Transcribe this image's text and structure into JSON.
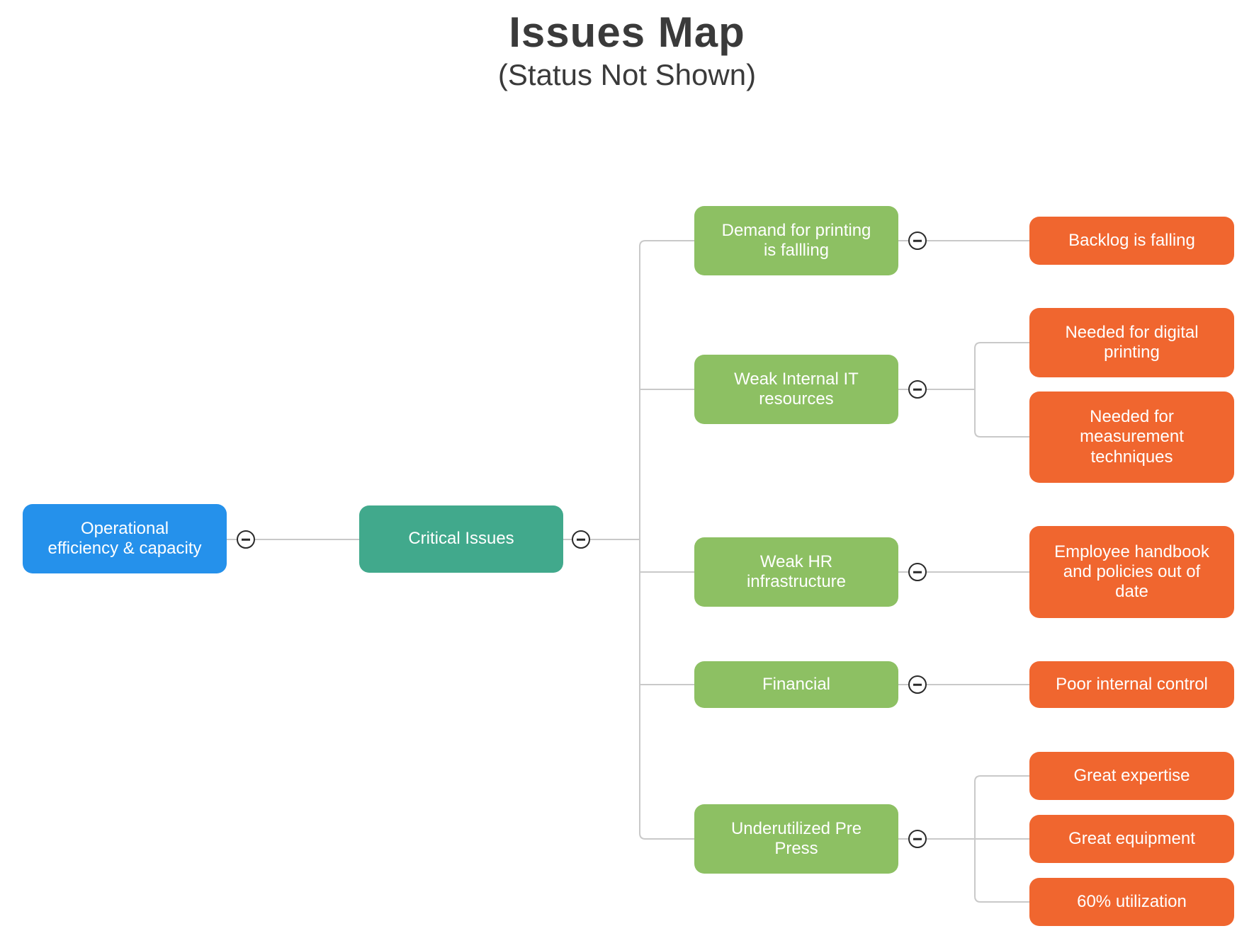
{
  "header": {
    "title": "Issues Map",
    "subtitle": "(Status Not Shown)"
  },
  "colors": {
    "root_node": "#2591eb",
    "branch_node": "#41a98c",
    "issue_node": "#8dc063",
    "detail_node": "#f0662f",
    "connector_line": "#c9c9c9",
    "node_text": "#ffffff",
    "title_text": "#3a3a3a",
    "collapse_icon": "#2a2a2a"
  },
  "icons": {
    "collapse_glyph": "minus-circle-icon"
  },
  "nodes": {
    "operational": {
      "label": "Operational\nefficiency & capacity"
    },
    "critical": {
      "label": "Critical Issues"
    },
    "demand": {
      "label": "Demand for printing\nis fallling"
    },
    "weak_it": {
      "label": "Weak Internal IT\nresources"
    },
    "weak_hr": {
      "label": "Weak HR\ninfrastructure"
    },
    "financial": {
      "label": "Financial"
    },
    "underutilized": {
      "label": "Underutilized Pre\nPress"
    },
    "backlog": {
      "label": "Backlog is falling"
    },
    "digital": {
      "label": "Needed for digital\nprinting"
    },
    "measurement": {
      "label": "Needed for\nmeasurement\ntechniques"
    },
    "handbook": {
      "label": "Employee handbook\nand policies out of\ndate"
    },
    "poor_control": {
      "label": "Poor internal control"
    },
    "expertise": {
      "label": "Great expertise"
    },
    "equipment": {
      "label": "Great equipment"
    },
    "utilization": {
      "label": "60% utilization"
    }
  },
  "structure": {
    "operational": [
      "critical"
    ],
    "critical": [
      "demand",
      "weak_it",
      "weak_hr",
      "financial",
      "underutilized"
    ],
    "demand": [
      "backlog"
    ],
    "weak_it": [
      "digital",
      "measurement"
    ],
    "weak_hr": [
      "handbook"
    ],
    "financial": [
      "poor_control"
    ],
    "underutilized": [
      "expertise",
      "equipment",
      "utilization"
    ]
  }
}
